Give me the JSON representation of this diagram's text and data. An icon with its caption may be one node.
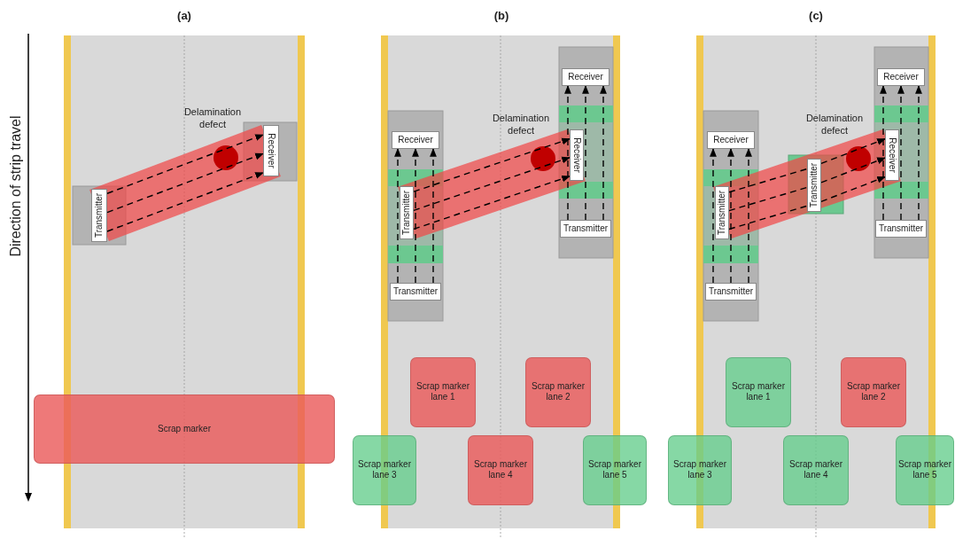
{
  "diagram": {
    "nodes": [
      {
        "text": [
          "Transmitter"
        ]
      },
      {
        "text": [
          "Receiver"
        ]
      },
      {
        "text": [
          "Scrap marker"
        ]
      },
      {
        "text": [
          "Receiver"
        ]
      },
      {
        "text": [
          "Transmitter"
        ]
      },
      {
        "text": [
          "Transmitter"
        ]
      },
      {
        "text": [
          "Receiver"
        ]
      },
      {
        "text": [
          "Receiver"
        ]
      },
      {
        "text": [
          "Transmitter"
        ]
      },
      {
        "text": [
          "Scrap marker lane 1"
        ]
      },
      {
        "text": [
          "Scrap marker lane 2"
        ]
      },
      {
        "text": [
          "Scrap marker lane 3"
        ]
      },
      {
        "text": [
          "Scrap marker lane 4"
        ]
      },
      {
        "text": [
          "Scrap marker lane 5"
        ]
      },
      {
        "text": [
          "Receiver"
        ]
      },
      {
        "text": [
          "Transmitter"
        ]
      },
      {
        "text": [
          "Transmitter"
        ]
      },
      {
        "text": [
          "Receiver"
        ]
      },
      {
        "text": [
          "Transmitter"
        ]
      },
      {
        "text": [
          "Receiver"
        ]
      },
      {
        "text": [
          "Transmitter"
        ]
      },
      {
        "text": [
          "Scrap marker lane 1"
        ]
      },
      {
        "text": [
          "Scrap marker lane 2"
        ]
      },
      {
        "text": [
          "Scrap marker lane 3"
        ]
      },
      {
        "text": [
          "Scrap marker lane 4"
        ]
      },
      {
        "text": [
          "Scrap marker lane 5"
        ]
      }
    ],
    "edges": [
      {
        "from": 0,
        "to": 1,
        "arrow": "to",
        "style": "dashed"
      },
      {
        "from": 0,
        "to": 1,
        "arrow": "to",
        "style": "dashed"
      },
      {
        "from": 0,
        "to": 1,
        "arrow": "to",
        "style": "dashed"
      },
      {
        "from": 4,
        "to": 7,
        "arrow": "to",
        "style": "dashed"
      },
      {
        "from": 4,
        "to": 7,
        "arrow": "to",
        "style": "dashed"
      },
      {
        "from": 4,
        "to": 7,
        "arrow": "to",
        "style": "dashed"
      },
      {
        "from": 5,
        "to": 3,
        "arrow": "to",
        "style": "dashed"
      },
      {
        "from": 5,
        "to": 3,
        "arrow": "to",
        "style": "dashed"
      },
      {
        "from": 5,
        "to": 3,
        "arrow": "to",
        "style": "dashed"
      },
      {
        "from": 8,
        "to": 6,
        "arrow": "to",
        "style": "dashed"
      },
      {
        "from": 8,
        "to": 6,
        "arrow": "to",
        "style": "dashed"
      },
      {
        "from": 8,
        "to": 6,
        "arrow": "to",
        "style": "dashed"
      },
      {
        "from": 15,
        "to": 18,
        "arrow": "none",
        "style": "dashed"
      },
      {
        "from": 15,
        "to": 18,
        "arrow": "none",
        "style": "dashed"
      },
      {
        "from": 15,
        "to": 18,
        "arrow": "none",
        "style": "dashed"
      },
      {
        "from": 18,
        "to": 19,
        "arrow": "to",
        "style": "dashed"
      },
      {
        "from": 18,
        "to": 19,
        "arrow": "to",
        "style": "dashed"
      },
      {
        "from": 18,
        "to": 19,
        "arrow": "to",
        "style": "dashed"
      },
      {
        "from": 16,
        "to": 14,
        "arrow": "to",
        "style": "dashed"
      },
      {
        "from": 16,
        "to": 14,
        "arrow": "to",
        "style": "dashed"
      },
      {
        "from": 16,
        "to": 14,
        "arrow": "to",
        "style": "dashed"
      },
      {
        "from": 20,
        "to": 17,
        "arrow": "to",
        "style": "dashed"
      },
      {
        "from": 20,
        "to": 17,
        "arrow": "to",
        "style": "dashed"
      },
      {
        "from": 20,
        "to": 17,
        "arrow": "to",
        "style": "dashed"
      }
    ],
    "labels": [
      "(a)",
      "(b)",
      "(c)",
      "Direction of strip travel",
      "Delamination defect",
      "Delamination defect",
      "Delamination defect"
    ]
  }
}
